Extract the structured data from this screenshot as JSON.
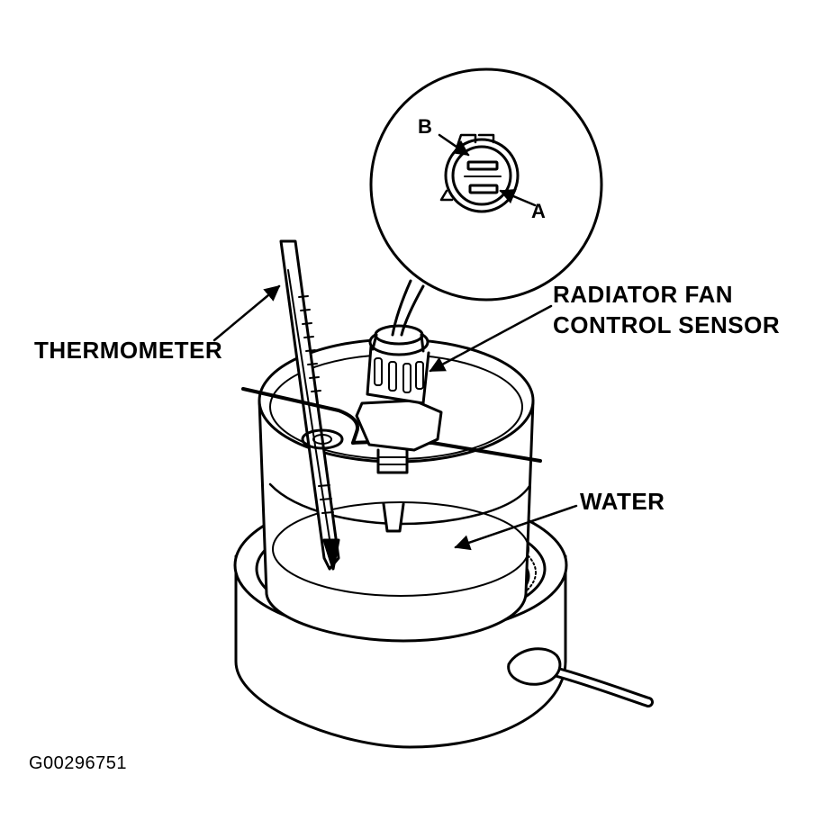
{
  "labels": {
    "thermometer": "THERMOMETER",
    "sensor_line1": "RADIATOR FAN",
    "sensor_line2": "CONTROL SENSOR",
    "water": "WATER",
    "terminal_a": "A",
    "terminal_b": "B",
    "figure_code": "G00296751"
  },
  "colors": {
    "ink": "#000000",
    "paper": "#ffffff"
  }
}
